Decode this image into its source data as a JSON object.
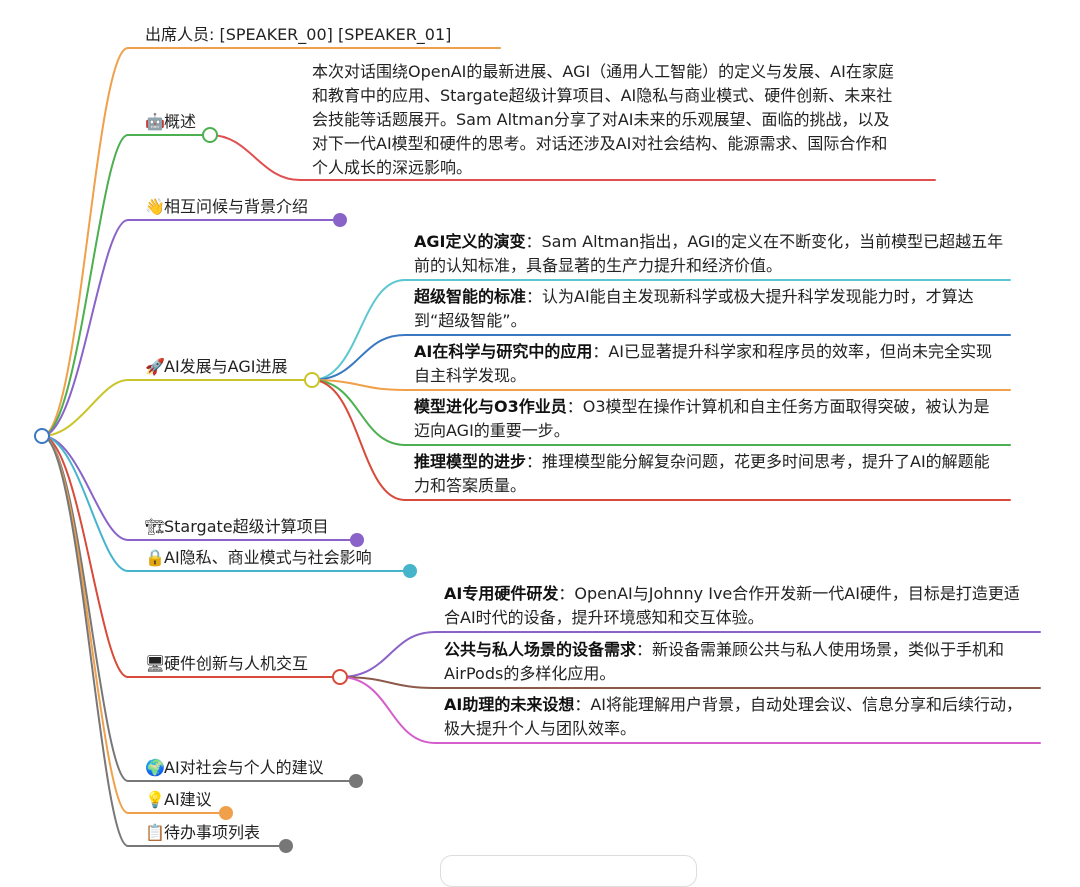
{
  "colors": {
    "attendees": "#f0a04b",
    "overview": "#4caf50",
    "overview_child": "#e05050",
    "greeting": "#8a63c9",
    "agi": "#c9c42a",
    "agi_c1": "#5cc7d0",
    "agi_c2": "#3a78c2",
    "agi_c3": "#f0a04b",
    "agi_c4": "#4caf50",
    "agi_c5": "#d84a3a",
    "stargate": "#8a63c9",
    "privacy": "#46b5cc",
    "hardware": "#d84a3a",
    "hw_c1": "#8a63c9",
    "hw_c2": "#8b5a4a",
    "hw_c3": "#d45ecb",
    "advice_society": "#777777",
    "advice": "#f0a04b",
    "todo": "#777777",
    "root": "#3a78c2"
  },
  "nodes": {
    "attendees": "出席人员: [SPEAKER_00] [SPEAKER_01]",
    "overview": {
      "icon": "robot-icon",
      "emoji": "🤖",
      "label": "概述"
    },
    "overview_text": "本次对话围绕OpenAI的最新进展、AGI（通用人工智能）的定义与发展、AI在家庭和教育中的应用、Stargate超级计算项目、AI隐私与商业模式、硬件创新、未来社会技能等话题展开。Sam Altman分享了对AI未来的乐观展望、面临的挑战，以及对下一代AI模型和硬件的思考。对话还涉及AI对社会结构、能源需求、国际合作和个人成长的深远影响。",
    "greeting": {
      "icon": "waving-hand-icon",
      "emoji": "👋",
      "label": "相互问候与背景介绍"
    },
    "agi": {
      "icon": "rocket-icon",
      "emoji": "🚀",
      "label": "AI发展与AGI进展"
    },
    "agi_items": [
      {
        "title": "AGI定义的演变",
        "text": "：Sam Altman指出，AGI的定义在不断变化，当前模型已超越五年前的认知标准，具备显著的生产力提升和经济价值。"
      },
      {
        "title": "超级智能的标准",
        "text": "：认为AI能自主发现新科学或极大提升科学发现能力时，才算达到“超级智能”。"
      },
      {
        "title": "AI在科学与研究中的应用",
        "text": "：AI已显著提升科学家和程序员的效率，但尚未完全实现自主科学发现。"
      },
      {
        "title": "模型进化与O3作业员",
        "text": "：O3模型在操作计算机和自主任务方面取得突破，被认为是迈向AGI的重要一步。"
      },
      {
        "title": "推理模型的进步",
        "text": "：推理模型能分解复杂问题，花更多时间思考，提升了AI的解题能力和答案质量。"
      }
    ],
    "stargate": {
      "icon": "building-icon",
      "emoji": "🏗",
      "label": "Stargate超级计算项目"
    },
    "privacy": {
      "icon": "lock-icon",
      "emoji": "🔒",
      "label": "AI隐私、商业模式与社会影响"
    },
    "hardware": {
      "icon": "computer-icon",
      "emoji": "🖥",
      "label": "硬件创新与人机交互"
    },
    "hardware_items": [
      {
        "title": "AI专用硬件研发",
        "text": "：OpenAI与Johnny Ive合作开发新一代AI硬件，目标是打造更适合AI时代的设备，提升环境感知和交互体验。"
      },
      {
        "title": "公共与私人场景的设备需求",
        "text": "：新设备需兼顾公共与私人使用场景，类似于手机和AirPods的多样化应用。"
      },
      {
        "title": "AI助理的未来设想",
        "text": "：AI将能理解用户背景，自动处理会议、信息分享和后续行动，极大提升个人与团队效率。"
      }
    ],
    "advice_society": {
      "icon": "globe-icon",
      "emoji": "🌍",
      "label": "AI对社会与个人的建议"
    },
    "advice": {
      "icon": "lightbulb-icon",
      "emoji": "💡",
      "label": "AI建议"
    },
    "todo": {
      "icon": "clipboard-icon",
      "emoji": "📋",
      "label": "待办事项列表"
    }
  }
}
